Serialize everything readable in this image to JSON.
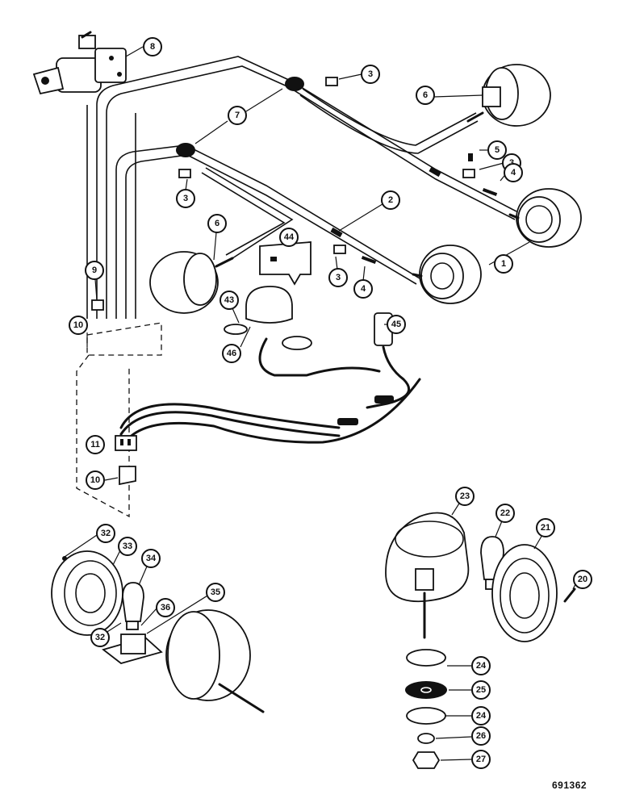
{
  "reference_code": "691362",
  "callouts": [
    {
      "label": "1"
    },
    {
      "label": "2"
    },
    {
      "label": "3"
    },
    {
      "label": "3"
    },
    {
      "label": "3"
    },
    {
      "label": "3"
    },
    {
      "label": "4"
    },
    {
      "label": "4"
    },
    {
      "label": "5"
    },
    {
      "label": "6"
    },
    {
      "label": "6"
    },
    {
      "label": "7"
    },
    {
      "label": "8"
    },
    {
      "label": "9"
    },
    {
      "label": "10"
    },
    {
      "label": "10"
    },
    {
      "label": "11"
    },
    {
      "label": "20"
    },
    {
      "label": "21"
    },
    {
      "label": "22"
    },
    {
      "label": "23"
    },
    {
      "label": "24"
    },
    {
      "label": "24"
    },
    {
      "label": "25"
    },
    {
      "label": "26"
    },
    {
      "label": "27"
    },
    {
      "label": "32"
    },
    {
      "label": "32"
    },
    {
      "label": "33"
    },
    {
      "label": "34"
    },
    {
      "label": "35"
    },
    {
      "label": "36"
    },
    {
      "label": "43"
    },
    {
      "label": "44"
    },
    {
      "label": "45"
    },
    {
      "label": "46"
    }
  ]
}
